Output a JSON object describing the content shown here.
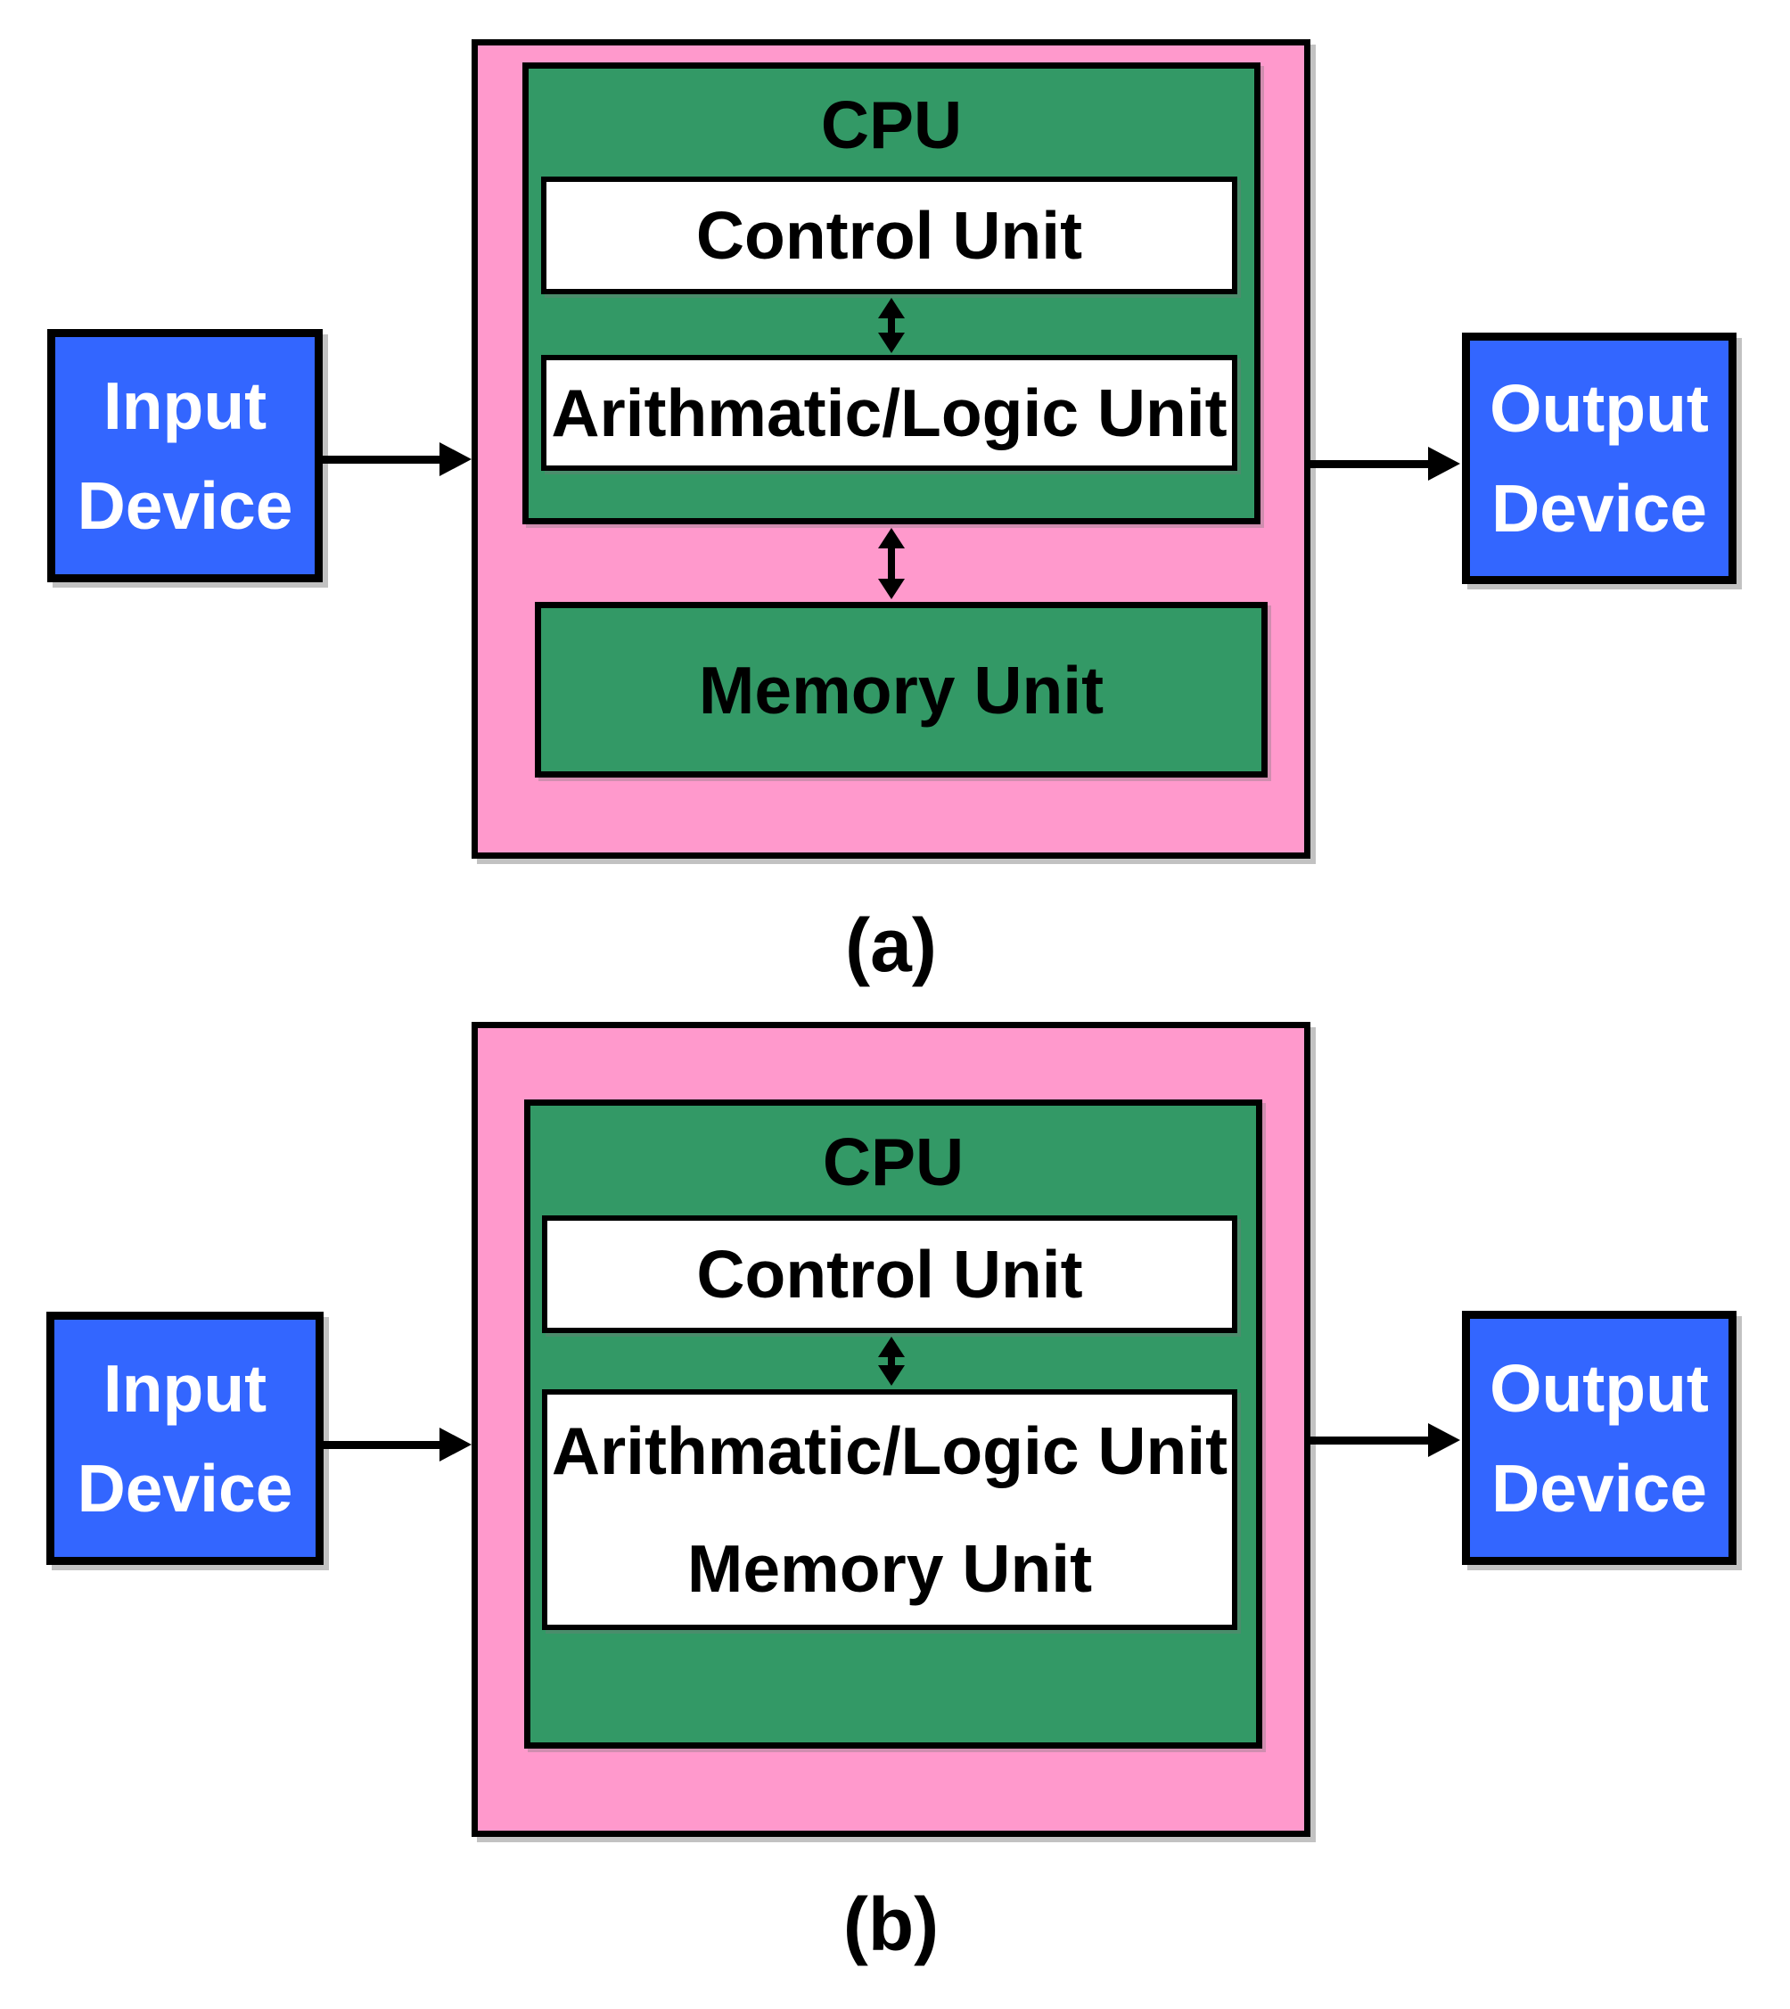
{
  "colors": {
    "pink": "#FF99CC",
    "green": "#339966",
    "blue": "#3366FF",
    "border": "#000000",
    "text_dark": "#000000",
    "text_light": "#FFFFFF"
  },
  "diagram_a": {
    "caption": "(a)",
    "input_device": [
      "Input",
      "Device"
    ],
    "output_device": [
      "Output",
      "Device"
    ],
    "cpu": {
      "title": "CPU",
      "control_unit": "Control Unit",
      "arithmetic_logic_unit": "Arithmatic/Logic Unit"
    },
    "memory_unit": "Memory Unit"
  },
  "diagram_b": {
    "caption": "(b)",
    "input_device": [
      "Input",
      "Device"
    ],
    "output_device": [
      "Output",
      "Device"
    ],
    "cpu": {
      "title": "CPU",
      "control_unit": "Control Unit",
      "combined_unit": [
        "Arithmatic/Logic Unit",
        "Memory Unit"
      ]
    }
  }
}
